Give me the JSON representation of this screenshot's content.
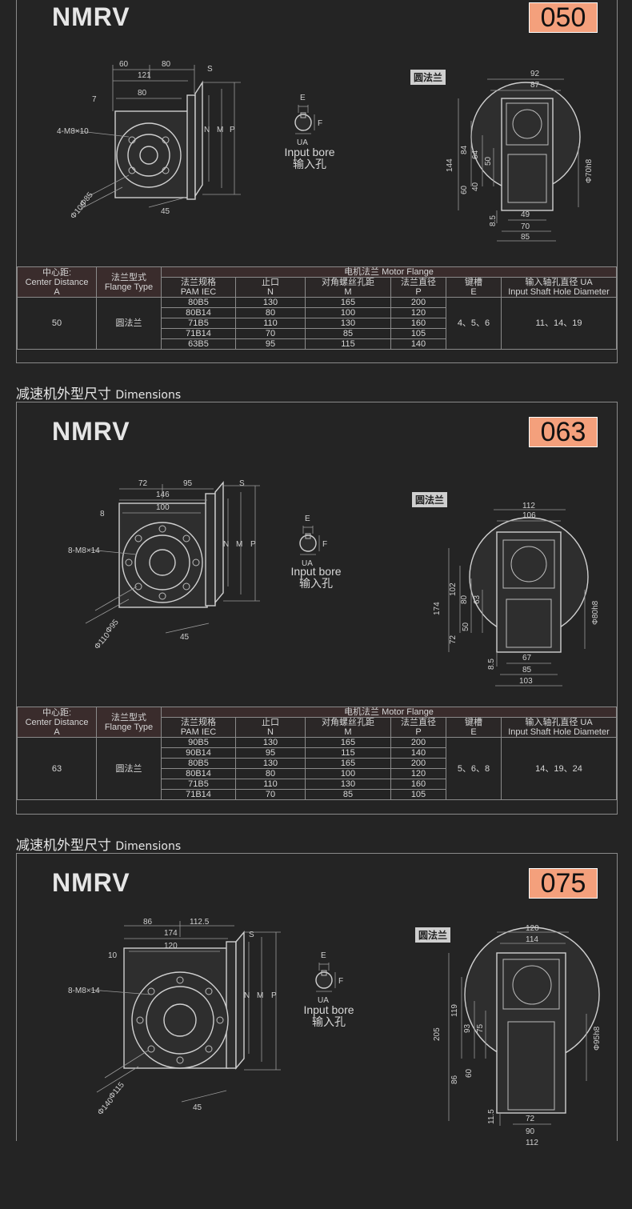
{
  "sections": [
    {
      "model": "NMRV",
      "size": "050",
      "flange_tag": "圆法兰",
      "bore": {
        "label_en": "Input bore",
        "label_cn": "输入孔",
        "ua": "UA",
        "e": "E",
        "f": "F"
      },
      "side_dims": {
        "d1": "60",
        "d2": "80",
        "d3": "121",
        "d4": "80",
        "d5": "7",
        "holes": "4-M8×10",
        "s": "S",
        "n": "N",
        "m": "M",
        "p": "P",
        "dia1": "Φ85",
        "dia2": "Φ100",
        "ang": "45"
      },
      "front_dims": {
        "w1": "92",
        "w2": "87",
        "h1": "144",
        "h2": "84",
        "h3": "64",
        "h4": "50",
        "h5": "60",
        "h6": "40",
        "h7": "8.5",
        "b1": "49",
        "b2": "70",
        "b3": "85",
        "shaft": "Φ70h8"
      },
      "table": {
        "center_label": "中心距:",
        "center_en": "Center Distance",
        "center_sym": "A",
        "flange_type_label": "法兰型式",
        "flange_type_en": "Flange Type",
        "motor_flange": "电机法兰  Motor Flange",
        "pam": "法兰规格",
        "pam_en": "PAM IEC",
        "n_label": "止口",
        "n_sym": "N",
        "m_label": "对角螺丝孔距",
        "m_sym": "M",
        "p_label": "法兰直径",
        "p_sym": "P",
        "e_label": "键槽",
        "e_sym": "E",
        "ua_label": "输入轴孔直径 UA",
        "ua_en": "Input Shaft Hole Diameter",
        "center": "50",
        "flange_type": "圆法兰",
        "keyway": "4、5、6",
        "ua": "11、14、19",
        "rows": [
          [
            "80B5",
            "130",
            "165",
            "200"
          ],
          [
            "80B14",
            "80",
            "100",
            "120"
          ],
          [
            "71B5",
            "110",
            "130",
            "160"
          ],
          [
            "71B14",
            "70",
            "85",
            "105"
          ],
          [
            "63B5",
            "95",
            "115",
            "140"
          ]
        ]
      }
    },
    {
      "model": "NMRV",
      "size": "063",
      "flange_tag": "圆法兰",
      "bore": {
        "label_en": "Input bore",
        "label_cn": "输入孔",
        "ua": "UA",
        "e": "E",
        "f": "F"
      },
      "side_dims": {
        "d1": "72",
        "d2": "95",
        "d3": "146",
        "d4": "100",
        "d5": "8",
        "holes": "8-M8×14",
        "s": "S",
        "n": "N",
        "m": "M",
        "p": "P",
        "dia1": "Φ95",
        "dia2": "Φ110",
        "ang": "45"
      },
      "front_dims": {
        "w1": "112",
        "w2": "106",
        "h1": "174",
        "h2": "102",
        "h3": "80",
        "h4": "63",
        "h5": "72",
        "h6": "50",
        "h7": "8.5",
        "b1": "67",
        "b2": "85",
        "b3": "103",
        "shaft": "Φ80h8"
      },
      "table": {
        "center_label": "中心距:",
        "center_en": "Center Distance",
        "center_sym": "A",
        "flange_type_label": "法兰型式",
        "flange_type_en": "Flange Type",
        "motor_flange": "电机法兰  Motor Flange",
        "pam": "法兰规格",
        "pam_en": "PAM IEC",
        "n_label": "止口",
        "n_sym": "N",
        "m_label": "对角螺丝孔距",
        "m_sym": "M",
        "p_label": "法兰直径",
        "p_sym": "P",
        "e_label": "键槽",
        "e_sym": "E",
        "ua_label": "输入轴孔直径 UA",
        "ua_en": "Input Shaft Hole Diameter",
        "center": "63",
        "flange_type": "圆法兰",
        "keyway": "5、6、8",
        "ua": "14、19、24",
        "rows": [
          [
            "90B5",
            "130",
            "165",
            "200"
          ],
          [
            "90B14",
            "95",
            "115",
            "140"
          ],
          [
            "80B5",
            "130",
            "165",
            "200"
          ],
          [
            "80B14",
            "80",
            "100",
            "120"
          ],
          [
            "71B5",
            "110",
            "130",
            "160"
          ],
          [
            "71B14",
            "70",
            "85",
            "105"
          ]
        ]
      }
    },
    {
      "model": "NMRV",
      "size": "075",
      "flange_tag": "圆法兰",
      "bore": {
        "label_en": "Input bore",
        "label_cn": "输入孔",
        "ua": "UA",
        "e": "E",
        "f": "F"
      },
      "side_dims": {
        "d1": "86",
        "d2": "112.5",
        "d3": "174",
        "d4": "120",
        "d5": "10",
        "holes": "8-M8×14",
        "s": "S",
        "n": "N",
        "m": "M",
        "p": "P",
        "dia1": "Φ115",
        "dia2": "Φ140",
        "ang": "45"
      },
      "front_dims": {
        "w1": "120",
        "w2": "114",
        "h1": "205",
        "h2": "119",
        "h3": "93",
        "h4": "75",
        "h5": "86",
        "h6": "60",
        "h7": "11.5",
        "b1": "72",
        "b2": "90",
        "b3": "112",
        "shaft": "Φ95h8"
      }
    }
  ],
  "headings": [
    {
      "cn": "减速机外型尺寸",
      "en": "Dimensions"
    },
    {
      "cn": "减速机外型尺寸",
      "en": "Dimensions"
    }
  ]
}
